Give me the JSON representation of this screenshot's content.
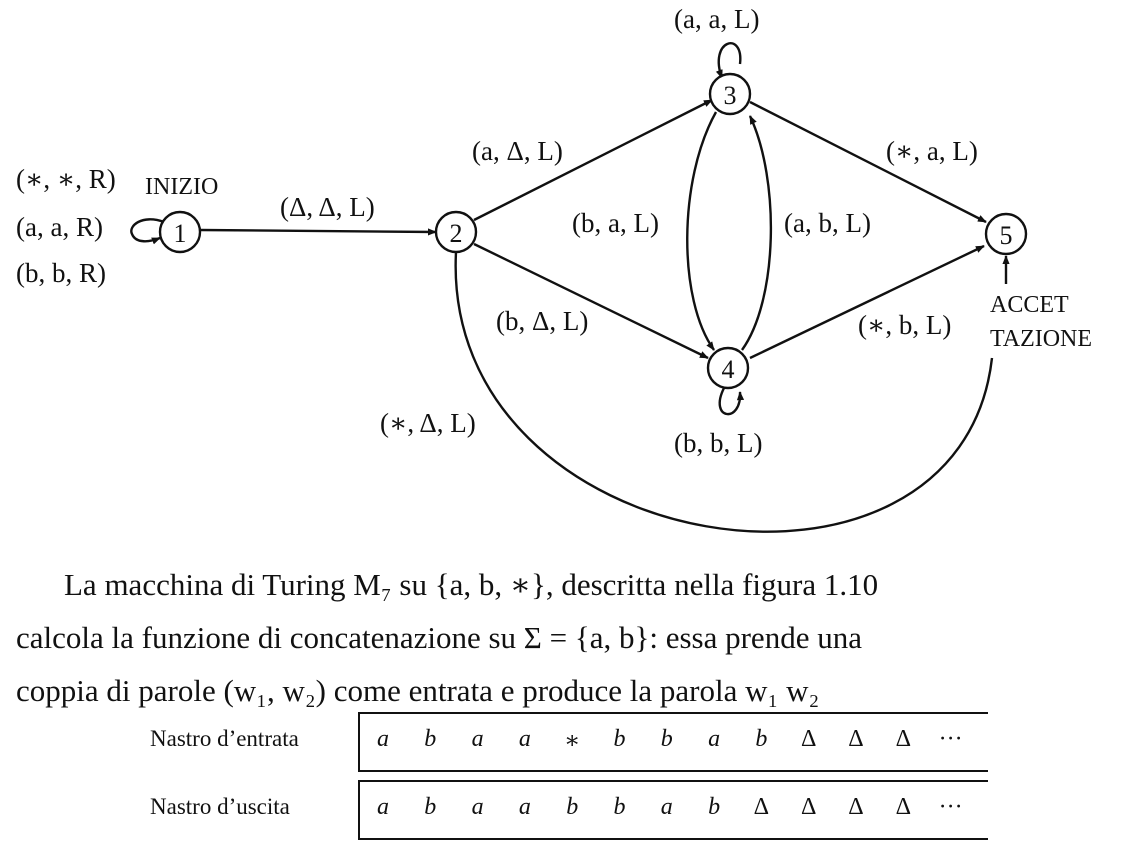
{
  "diagram": {
    "states": [
      "1",
      "2",
      "3",
      "4",
      "5"
    ],
    "start_label": "INIZIO",
    "accept_label_line1": "ACCET",
    "accept_label_line2": "TAZIONE",
    "edges": {
      "loop1_a": "(∗, ∗, R)",
      "loop1_b": "(a, a, R)",
      "loop1_c": "(b, b, R)",
      "e12": "(Δ, Δ, L)",
      "e23": "(a, Δ, L)",
      "e24": "(b, Δ, L)",
      "loop3": "(a, a, L)",
      "e34": "(b, a, L)",
      "e43": "(a, b, L)",
      "loop4": "(b, b, L)",
      "e35": "(∗, a, L)",
      "e45": "(∗, b, L)",
      "e25": "(∗, Δ, L)"
    }
  },
  "paragraph": {
    "line1": "La macchina di Turing M₇ su {a, b, ∗}, descritta nella figura 1.10",
    "line2": "calcola la funzione di concatenazione su Σ = {a, b}: essa prende una",
    "line3": "coppia di parole (w₁, w₂) come entrata e produce la parola w₁ w₂"
  },
  "tapes": [
    {
      "label": "Nastro d’entrata",
      "cells": [
        "a",
        "b",
        "a",
        "a",
        "∗",
        "b",
        "b",
        "a",
        "b",
        "Δ",
        "Δ",
        "Δ",
        "···"
      ]
    },
    {
      "label": "Nastro d’uscita",
      "cells": [
        "a",
        "b",
        "a",
        "a",
        "b",
        "b",
        "a",
        "b",
        "Δ",
        "Δ",
        "Δ",
        "Δ",
        "···"
      ]
    }
  ]
}
